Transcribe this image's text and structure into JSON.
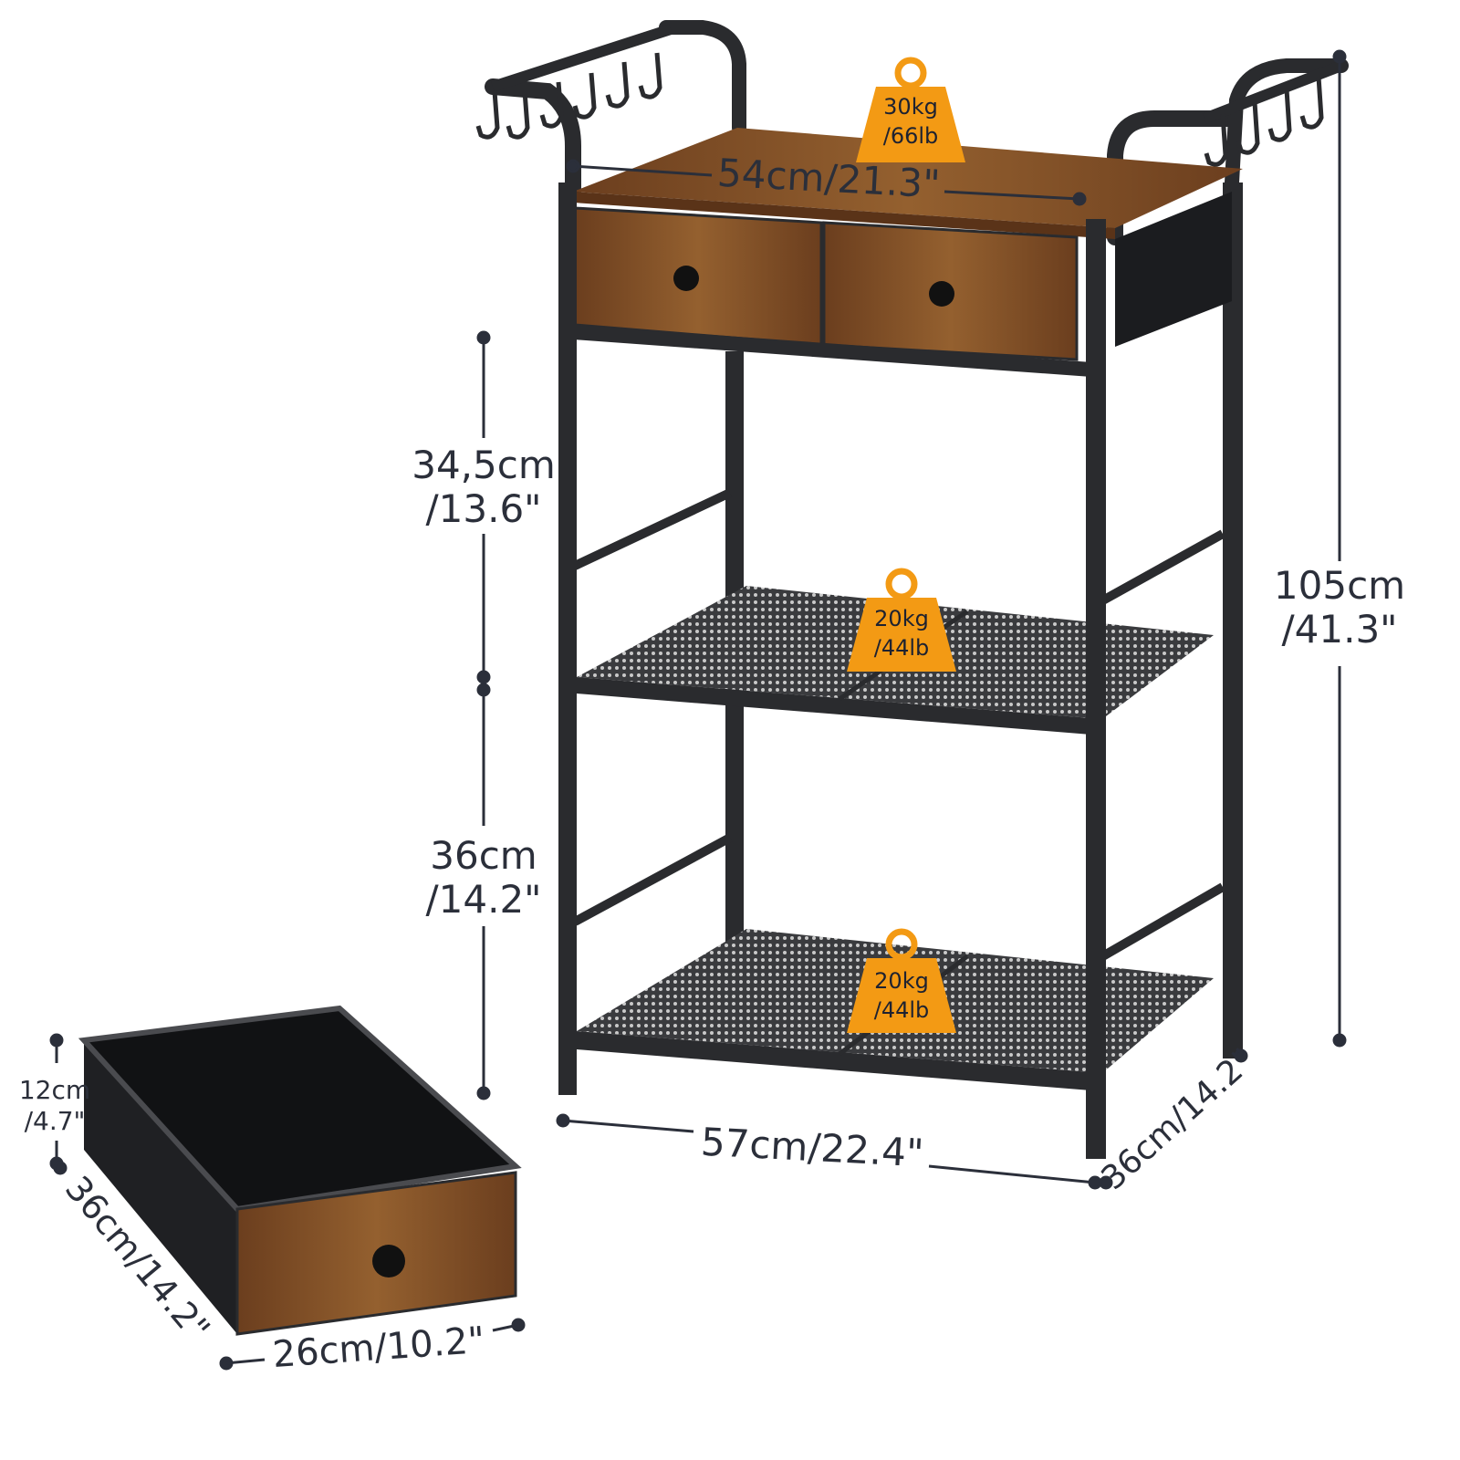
{
  "colors": {
    "frame": "#2a2b2e",
    "wood": "#7a4a25",
    "wood_light": "#9b6636",
    "badge": "#f39a14",
    "dimension": "#2b2f3a",
    "fabric": "#1b1c1f"
  },
  "dimensions": {
    "top_width": "54cm/21.3\"",
    "drawer_tier_line1": "34,5cm",
    "drawer_tier_line2": "/13.6\"",
    "middle_tier_line1": "36cm",
    "middle_tier_line2": "/14.2\"",
    "height_line1": "105cm",
    "height_line2": "/41.3\"",
    "base_width": "57cm/22.4\"",
    "base_depth": "36cm/14.2\"",
    "drawer_height_line1": "12cm",
    "drawer_height_line2": "/4.7\"",
    "drawer_depth": "36cm/14.2\"",
    "drawer_width": "26cm/10.2\""
  },
  "load_badges": {
    "top": {
      "line1": "30kg",
      "line2": "/66lb"
    },
    "middle": {
      "line1": "20kg",
      "line2": "/44lb"
    },
    "bottom": {
      "line1": "20kg",
      "line2": "/44lb"
    }
  }
}
